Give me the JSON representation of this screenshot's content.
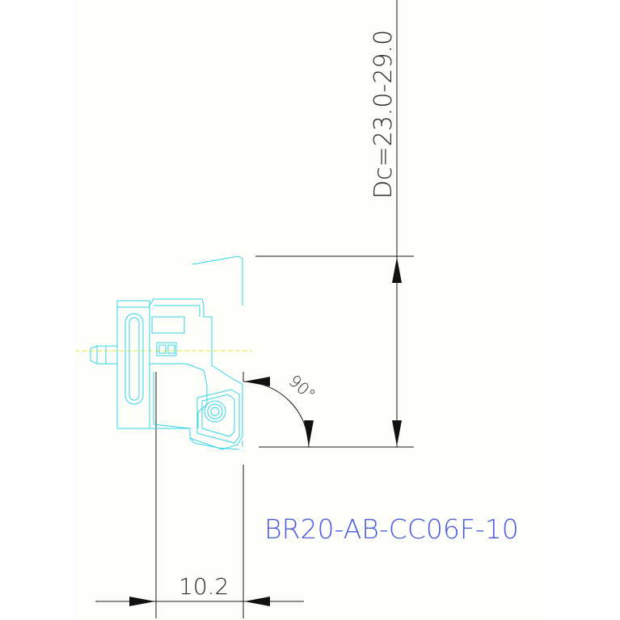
{
  "drawing": {
    "diameter_label": "Dc=23.0-29.0",
    "angle_label": "90°",
    "width_label": "10.2",
    "part_number": "BR20-AB-CC06F-10"
  },
  "colors": {
    "background": "#fdfdf9",
    "tool_outline": "#33d6e8",
    "centerline": "#e8e83a",
    "dimension": "#1a1a1a",
    "part_number": "#4b5be0"
  }
}
